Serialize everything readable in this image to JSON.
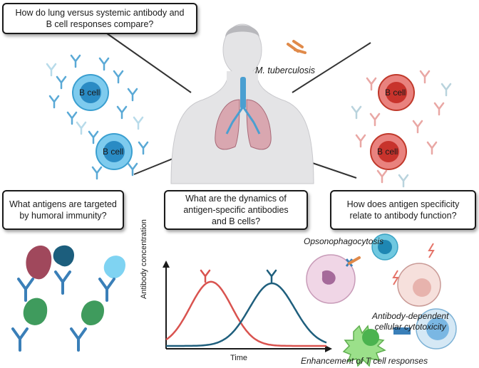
{
  "questions": {
    "lung_vs_systemic": "How do lung versus systemic antibody and\nB cell responses compare?",
    "antigens": "What antigens are targeted\nby humoral immunity?",
    "dynamics": "What are the dynamics of\nantigen-specific antibodies\nand B cells?",
    "specificity": "How does antigen specificity\nrelate to antibody function?"
  },
  "labels": {
    "pathogen": "M. tuberculosis",
    "bcell_1": "B cell",
    "bcell_2": "B cell",
    "bcell_3": "B cell",
    "bcell_4": "B cell",
    "opsonophagocytosis": "Opsonophagocytosis",
    "adcc": "Antibody-dependent\ncellular cytotoxicity",
    "tcell": "Enhancement of T cell responses"
  },
  "colors": {
    "blue_cell": "#4fb6e6",
    "red_cell": "#d9534f",
    "curve_red": "#d9534f",
    "curve_blue": "#1f5f7d"
  },
  "chart_data": {
    "type": "line",
    "xlabel": "Time",
    "ylabel": "Antibody concentration",
    "series": [
      {
        "color": "#d9534f",
        "peak_x": 0.28,
        "peak_y": 0.82,
        "width": 0.13
      },
      {
        "color": "#1f5f7d",
        "peak_x": 0.66,
        "peak_y": 0.8,
        "width": 0.14
      }
    ]
  }
}
